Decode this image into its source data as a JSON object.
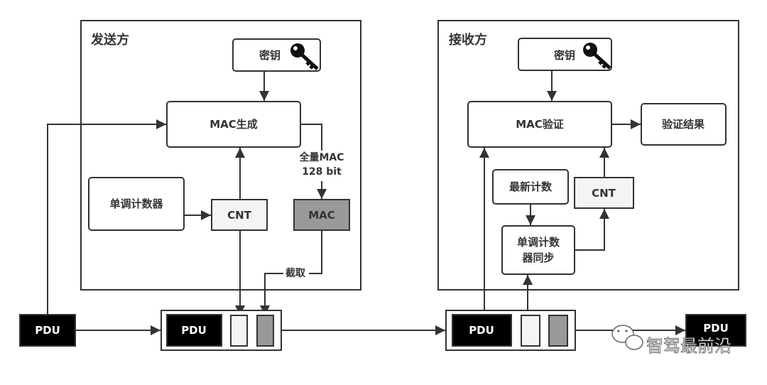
{
  "sender": {
    "title": "发送方",
    "key": "密钥",
    "mac_gen": "MAC生成",
    "counter": "单调计数器",
    "cnt": "CNT",
    "mac": "MAC",
    "full_mac_line1": "全量MAC",
    "full_mac_line2": "128 bit",
    "truncate": "截取"
  },
  "receiver": {
    "title": "接收方",
    "key": "密钥",
    "mac_verify": "MAC验证",
    "result": "验证结果",
    "latest_count": "最新计数",
    "sync_line1": "单调计数",
    "sync_line2": "器同步",
    "cnt": "CNT"
  },
  "pdu": "PDU",
  "watermark": "智驾最前沿",
  "colors": {
    "pdu": "#000000",
    "cnt_field": "#f4f4f4",
    "mac_field": "#999999",
    "stroke": "#333333"
  }
}
